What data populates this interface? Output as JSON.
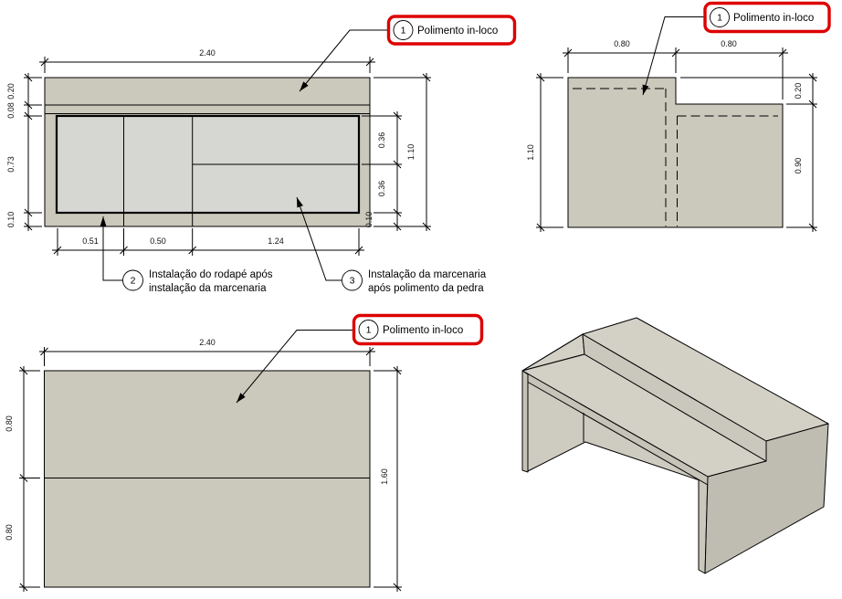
{
  "colors": {
    "stone": "#cbc8bc",
    "panel": "#d6d6d3",
    "callout_red": "#dd0000",
    "iso_top": "#d3d0c6",
    "iso_step": "#cac7bd",
    "iso_edge": "#c6c3b8",
    "iso_apron": "#cecbc1",
    "iso_side": "#bfbcb1"
  },
  "callouts": {
    "c1": {
      "num": "1",
      "label": "Polimento in-loco"
    },
    "c2": {
      "num": "2",
      "line1": "Instalação do rodapé após",
      "line2": "instalação da marcenaria"
    },
    "c3": {
      "num": "3",
      "line1": "Instalação da marcenaria",
      "line2": "após polimento da pedra"
    }
  },
  "front_elevation": {
    "dims": {
      "total_width": "2.40",
      "top_band": "0.20",
      "slab": "0.08",
      "opening": "0.73",
      "base_left": "0.10",
      "seg1": "0.51",
      "seg2": "0.50",
      "seg3": "1.24",
      "panel_upper": "0.36",
      "panel_lower": "0.36",
      "base_right": "0.10",
      "total_height": "1.10"
    }
  },
  "side_elevation": {
    "dims": {
      "back_depth": "0.80",
      "front_depth": "0.80",
      "total_height": "1.10",
      "step": "0.20",
      "front_height": "0.90"
    }
  },
  "plan_view": {
    "dims": {
      "total_width": "2.40",
      "back_depth": "0.80",
      "front_depth": "0.80",
      "total_depth": "1.60"
    }
  }
}
